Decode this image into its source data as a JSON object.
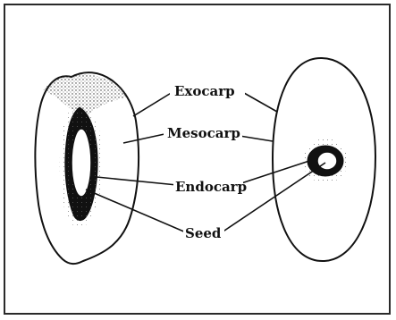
{
  "labels": {
    "exocarp": "Exocarp",
    "mesocarp": "Mesocarp",
    "endocarp": "Endocarp",
    "seed": "Seed"
  },
  "colors": {
    "ink": "#111111",
    "paper": "#ffffff",
    "frame": "#2a2a2a"
  }
}
